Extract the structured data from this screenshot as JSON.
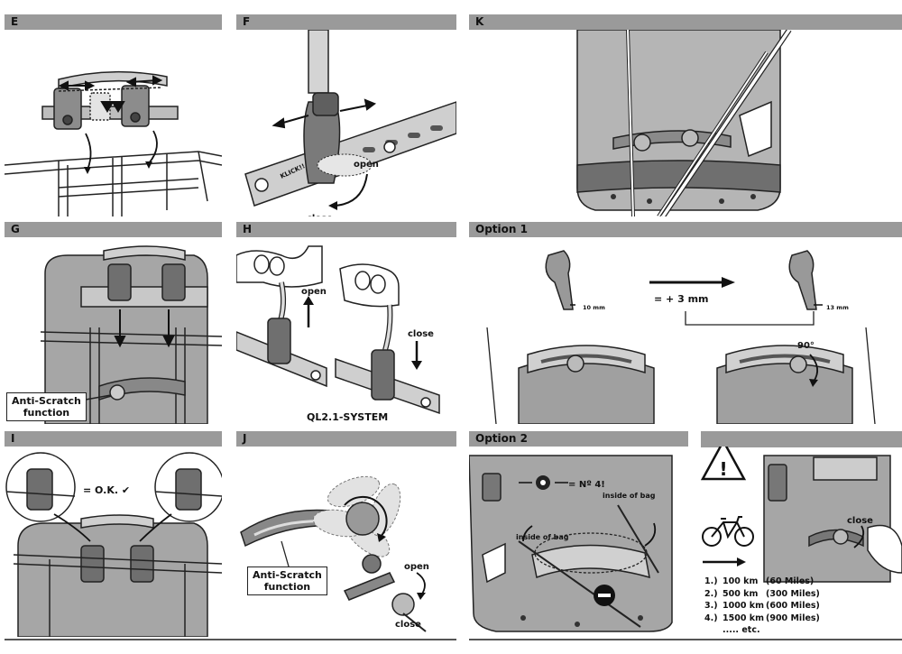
{
  "panels": {
    "E": {
      "label": "E"
    },
    "F": {
      "label": "F",
      "open": "open",
      "close": "close",
      "brand": "KLICK!!"
    },
    "G": {
      "label": "G",
      "callout_line1": "Anti-Scratch",
      "callout_line2": "function"
    },
    "H": {
      "label": "H",
      "open": "open",
      "close": "close",
      "caption": "QL2.1-SYSTEM"
    },
    "I": {
      "label": "I",
      "ok_text": "= O.K. ✔"
    },
    "J": {
      "label": "J",
      "callout_line1": "Anti-Scratch",
      "callout_line2": "function",
      "open": "open",
      "close": "close"
    },
    "K": {
      "label": "K"
    },
    "option1": {
      "label": "Option 1",
      "offset": "= + 3 mm",
      "gap_before": "10 mm",
      "gap_after": "13 mm",
      "angle": "90°"
    },
    "option2": {
      "label": "Option 2",
      "count": "= Nº 4!",
      "inside_left": "inside of bag",
      "inside_right": "inside of bag"
    },
    "warning": {
      "symbol": "!",
      "close": "close",
      "distances": [
        {
          "n": "1.)",
          "km": "100 km",
          "miles": "(60 Miles)"
        },
        {
          "n": "2.)",
          "km": "500 km",
          "miles": "(300 Miles)"
        },
        {
          "n": "3.)",
          "km": "1000 km",
          "miles": "(600 Miles)"
        },
        {
          "n": "4.)",
          "km": "1500 km",
          "miles": "(900 Miles)"
        }
      ],
      "etc": "..... etc."
    }
  },
  "colors": {
    "header": "#9a9a9a",
    "line": "#222222",
    "bag": "#8c8c8c",
    "bag_light": "#c4c4c4"
  }
}
